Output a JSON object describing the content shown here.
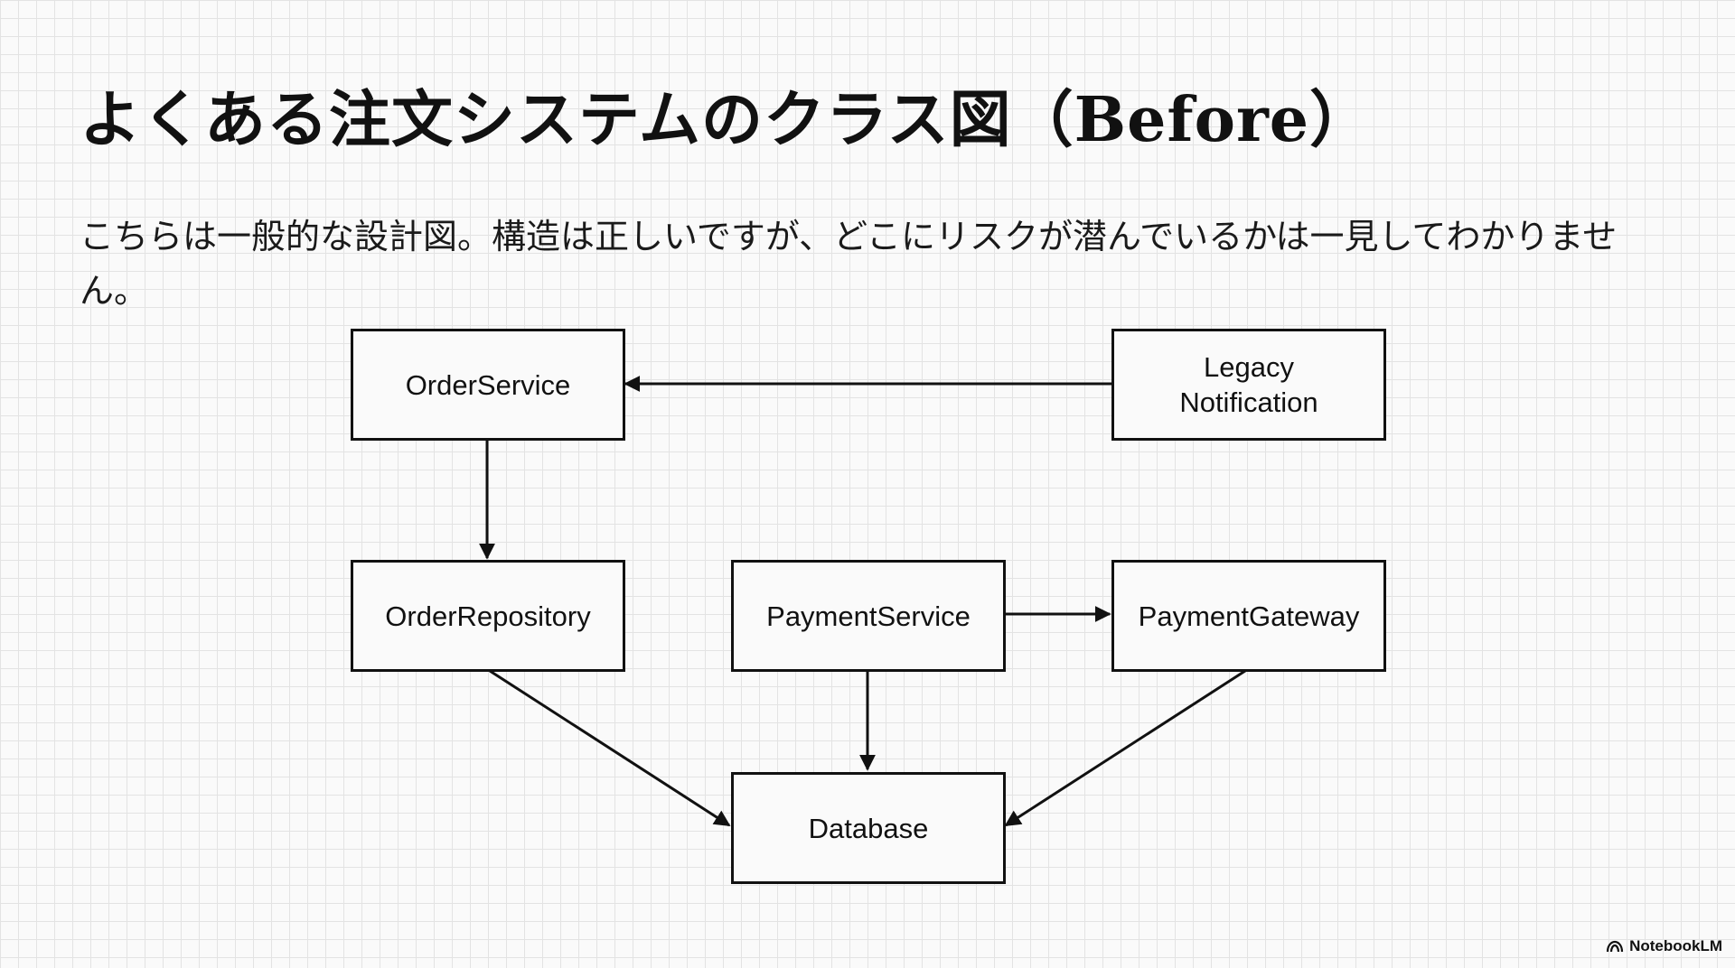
{
  "slide": {
    "title": "よくある注文システムのクラス図（Before）",
    "description": "こちらは一般的な設計図。構造は正しいですが、どこにリスクが潜んでいるかは一見してわかりません。"
  },
  "diagram": {
    "nodes": {
      "order_service": "OrderService",
      "legacy_notification": "Legacy\nNotification",
      "order_repository": "OrderRepository",
      "payment_service": "PaymentService",
      "payment_gateway": "PaymentGateway",
      "database": "Database"
    },
    "edges": [
      {
        "from": "legacy_notification",
        "to": "order_service"
      },
      {
        "from": "order_service",
        "to": "order_repository"
      },
      {
        "from": "payment_service",
        "to": "payment_gateway"
      },
      {
        "from": "order_repository",
        "to": "database"
      },
      {
        "from": "payment_service",
        "to": "database"
      },
      {
        "from": "payment_gateway",
        "to": "database"
      }
    ]
  },
  "branding": {
    "label": "NotebookLM",
    "icon": "notebooklm-logo-icon"
  },
  "colors": {
    "background": "#fafafa",
    "grid": "#e3e3e3",
    "ink": "#111111"
  }
}
